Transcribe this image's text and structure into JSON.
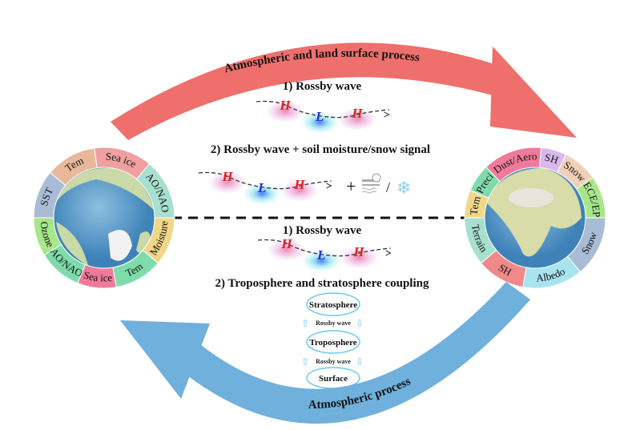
{
  "top_arrow": {
    "label": "Atmospheric and land surface process",
    "color": "#ef6f6c"
  },
  "bottom_arrow": {
    "label": "Atmospheric process",
    "color": "#6fb0dc"
  },
  "upper": {
    "item1": "1) Rossby wave",
    "item2": "2) Rossby wave + soil moisture/snow signal",
    "plus": "+",
    "slash": "/"
  },
  "lower": {
    "item1": "1) Rossby wave",
    "item2": "2) Troposphere and stratosphere coupling"
  },
  "pressure": {
    "high": "H",
    "low": "L"
  },
  "coupling": {
    "stratosphere": "Stratosphere",
    "troposphere": "Troposphere",
    "surface": "Surface",
    "rossby": "Rossby wave"
  },
  "left_globe": {
    "top": [
      {
        "label": "SST",
        "color": "#a9bcd6"
      },
      {
        "label": "Tem",
        "color": "#e8b89a"
      },
      {
        "label": "Sea ice",
        "color": "#f0a0a0"
      },
      {
        "label": "AO/NAO",
        "color": "#a8e0d0"
      }
    ],
    "bottom": [
      {
        "label": "Ozone",
        "color": "#a8e68a"
      },
      {
        "label": "AO/NAO",
        "color": "#7fdcaa"
      },
      {
        "label": "Sea ice",
        "color": "#f07a9a"
      },
      {
        "label": "Tem",
        "color": "#7fdcaa"
      },
      {
        "label": "Moisture",
        "color": "#f2d78a"
      }
    ]
  },
  "right_globe": {
    "top": [
      {
        "label": "Tem",
        "color": "#f2d78a"
      },
      {
        "label": "Preci",
        "color": "#7fdcaa"
      },
      {
        "label": "Dust/Aero",
        "color": "#f07a9a"
      },
      {
        "label": "SH",
        "color": "#d9b8ee"
      },
      {
        "label": "Snow",
        "color": "#f0d0b8"
      },
      {
        "label": "ECE/EP",
        "color": "#a8e68a"
      }
    ],
    "bottom": [
      {
        "label": "Terrain",
        "color": "#a8e0d0"
      },
      {
        "label": "SH",
        "color": "#f08a8a"
      },
      {
        "label": "Albedo",
        "color": "#a8e4f0"
      },
      {
        "label": "Snow",
        "color": "#a9bcd6"
      }
    ]
  }
}
